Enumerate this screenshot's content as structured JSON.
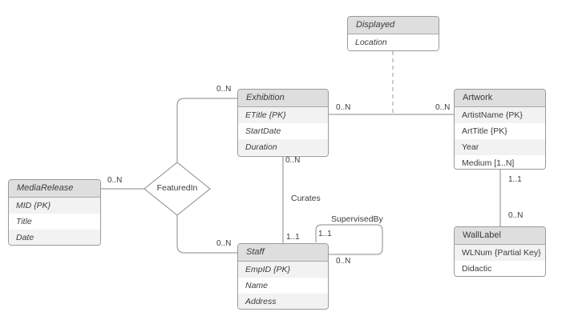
{
  "entities": {
    "exhibition": {
      "title": "Exhibition",
      "attributes": [
        "ETitle  {PK}",
        "StartDate",
        "Duration"
      ]
    },
    "displayed": {
      "title": "Displayed",
      "attributes": [
        "Location"
      ]
    },
    "artwork": {
      "title": "Artwork",
      "attributes": [
        "ArtistName {PK}",
        "ArtTitle {PK}",
        "Year",
        "Medium [1..N]"
      ]
    },
    "media_release": {
      "title": "MediaRelease",
      "attributes": [
        "MID {PK}",
        "Title",
        "Date"
      ]
    },
    "staff": {
      "title": "Staff",
      "attributes": [
        "EmpID {PK}",
        "Name",
        "Address"
      ]
    },
    "wall_label": {
      "title": "WallLabel",
      "attributes": [
        "WLNum {Partial Key}",
        "Didactic"
      ]
    }
  },
  "relationships": {
    "featured_in": {
      "name": "FeaturedIn"
    },
    "curates": {
      "name": "Curates"
    },
    "supervised_by": {
      "name": "SupervisedBy"
    }
  },
  "multiplicities": {
    "exhibition_featured": "0..N",
    "exhibition_artwork": "0..N",
    "artwork_exhibition": "0..N",
    "exhibition_curates": "0..N",
    "media_featured": "0..N",
    "staff_featured": "0..N",
    "staff_curates": "1..1",
    "supervised_top": "1..1",
    "supervised_bottom": "0..N",
    "artwork_walllabel": "1..1",
    "walllabel_artwork": "0..N"
  }
}
